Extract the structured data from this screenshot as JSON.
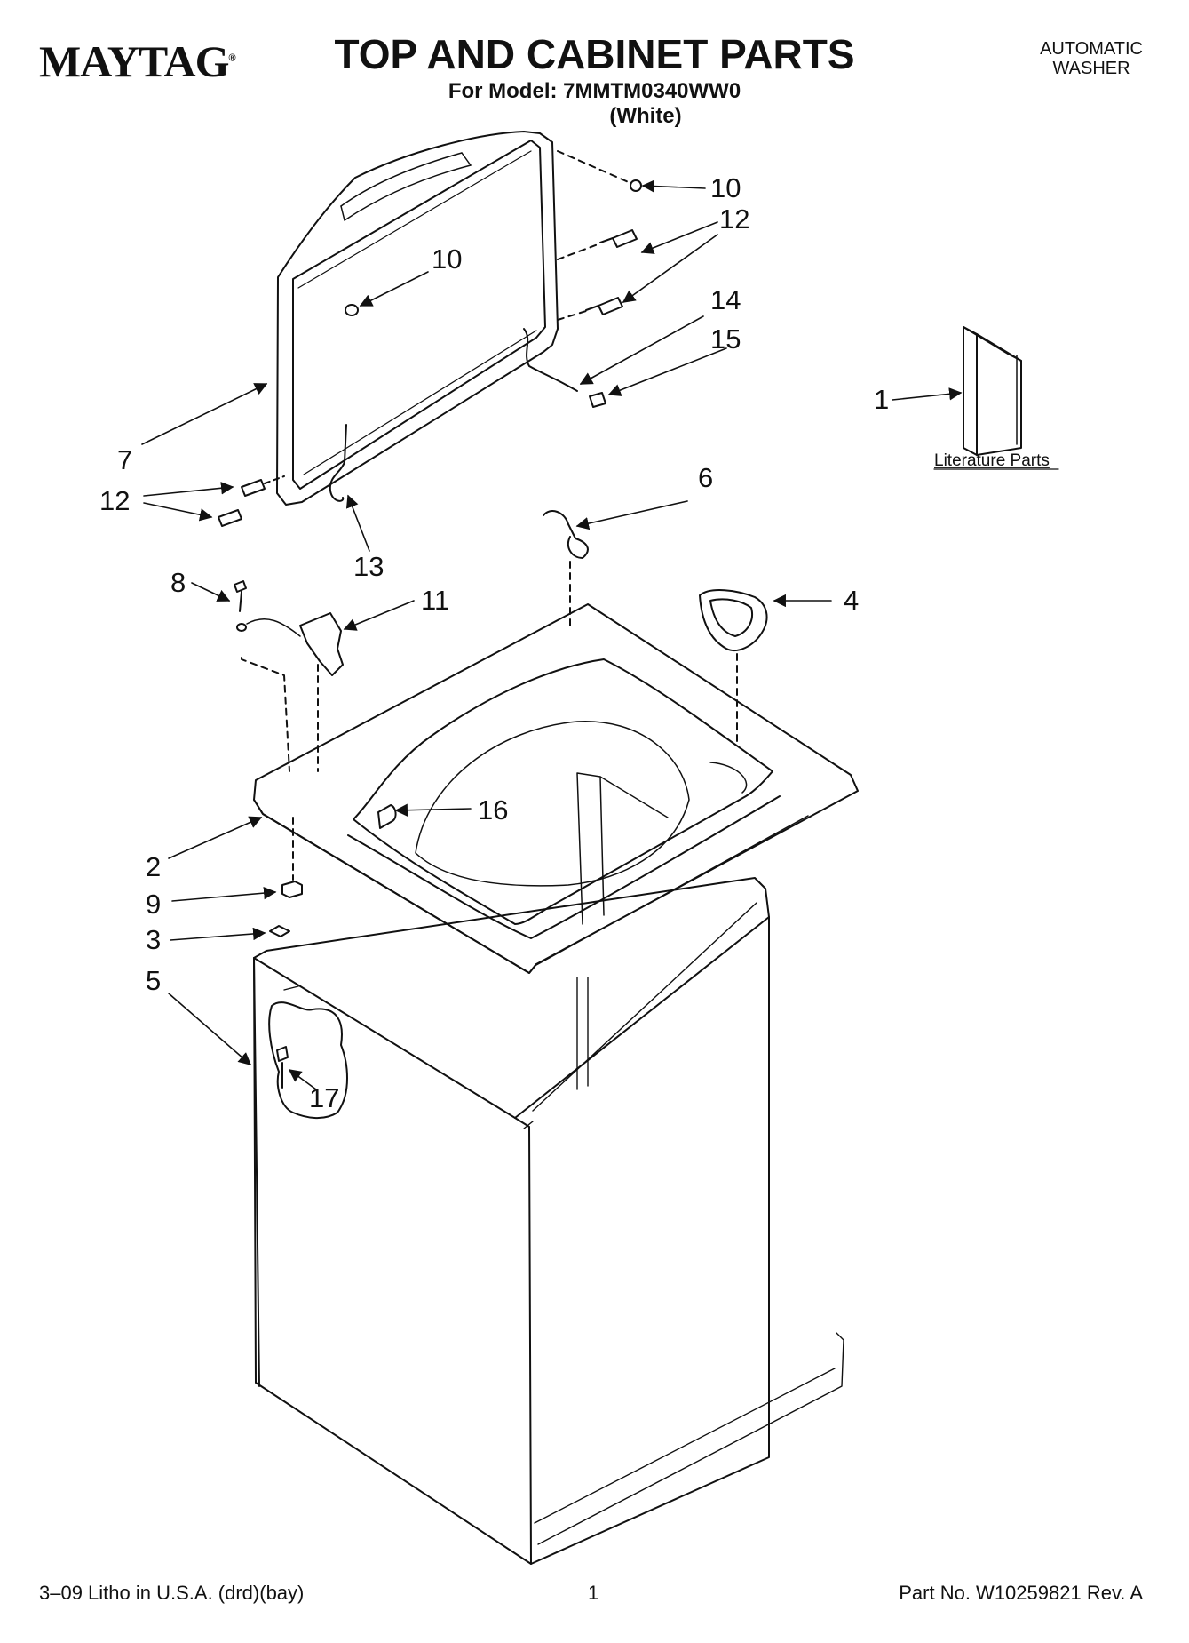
{
  "header": {
    "brand": "MAYTAG",
    "brand_mark": "®",
    "title": "TOP AND CABINET PARTS",
    "model_line": "For Model: 7MMTM0340WW0",
    "color_line": "(White)",
    "product_line1": "AUTOMATIC",
    "product_line2": "WASHER"
  },
  "callouts": {
    "c1": "1",
    "c2": "2",
    "c3": "3",
    "c4": "4",
    "c5": "5",
    "c6": "6",
    "c7": "7",
    "c8": "8",
    "c9": "9",
    "c10a": "10",
    "c10b": "10",
    "c11": "11",
    "c12a": "12",
    "c12b": "12",
    "c13": "13",
    "c14": "14",
    "c15": "15",
    "c16": "16",
    "c17": "17"
  },
  "literature_label": "Literature Parts",
  "footer": {
    "litho": "3–09 Litho in U.S.A. (drd)(bay)",
    "page": "1",
    "part_no": "Part No. W10259821 Rev. A"
  }
}
